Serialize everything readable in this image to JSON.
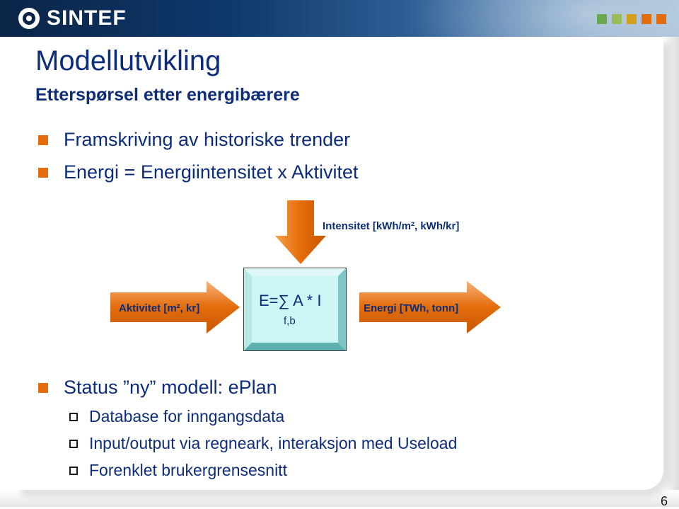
{
  "header": {
    "logo_text": "SINTEF",
    "squares": [
      "#6aa84f",
      "#9bbb59",
      "#d4a017",
      "#e46c0a",
      "#e46c0a"
    ]
  },
  "slide": {
    "title": "Modellutvikling",
    "subtitle": "Etterspørsel etter energibærere",
    "bullets_top": [
      "Framskriving av historiske trender",
      "Energi = Energiintensitet x Aktivitet"
    ],
    "diagram": {
      "intensity_label": "Intensitet [kWh/m², kWh/kr]",
      "activity_label": "Aktivitet [m², kr]",
      "output_label": "Energi [TWh, tonn]",
      "formula": "E=∑ A * I",
      "formula_sub": "f,b"
    },
    "status_bullet": "Status ”ny” modell: ePlan",
    "sub_bullets": [
      "Database for inngangsdata",
      "Input/output via regneark, interaksjon med Useload",
      "Forenklet brukergrensesnitt"
    ],
    "page_number": "6"
  },
  "colors": {
    "accent_orange": "#e46c0a",
    "title_blue": "#0d2d7a",
    "box_fill": "#ccf5f5"
  }
}
